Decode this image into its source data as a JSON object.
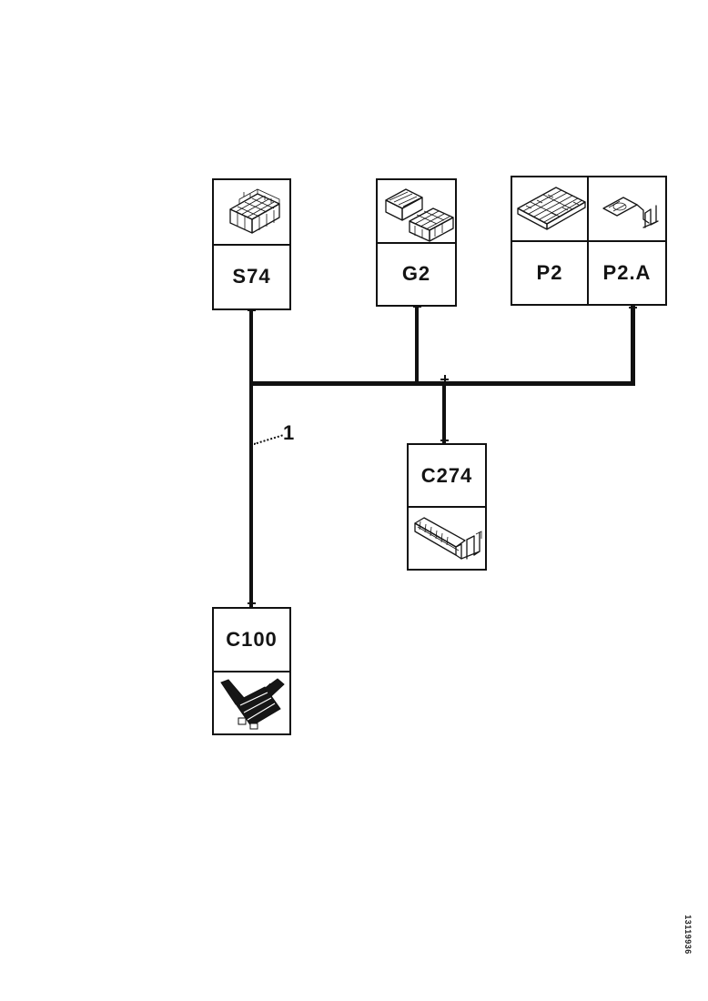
{
  "page": {
    "background": "#ffffff",
    "ink": "#111111",
    "doc_number": "13119936"
  },
  "nodes": {
    "s74": {
      "label": "S74",
      "image": "fuse-block-connector"
    },
    "g2": {
      "label": "G2",
      "image": "two-block-connectors"
    },
    "p2": {
      "label": "P2",
      "image": "flat-panel-connector"
    },
    "p2a": {
      "label": "P2.A",
      "image": "small-bracket-connector"
    },
    "c274": {
      "label": "C274",
      "image": "rail-bracket-connector"
    },
    "c100": {
      "label": "C100",
      "image": "wired-connector-body"
    }
  },
  "callout": {
    "label": "1"
  }
}
